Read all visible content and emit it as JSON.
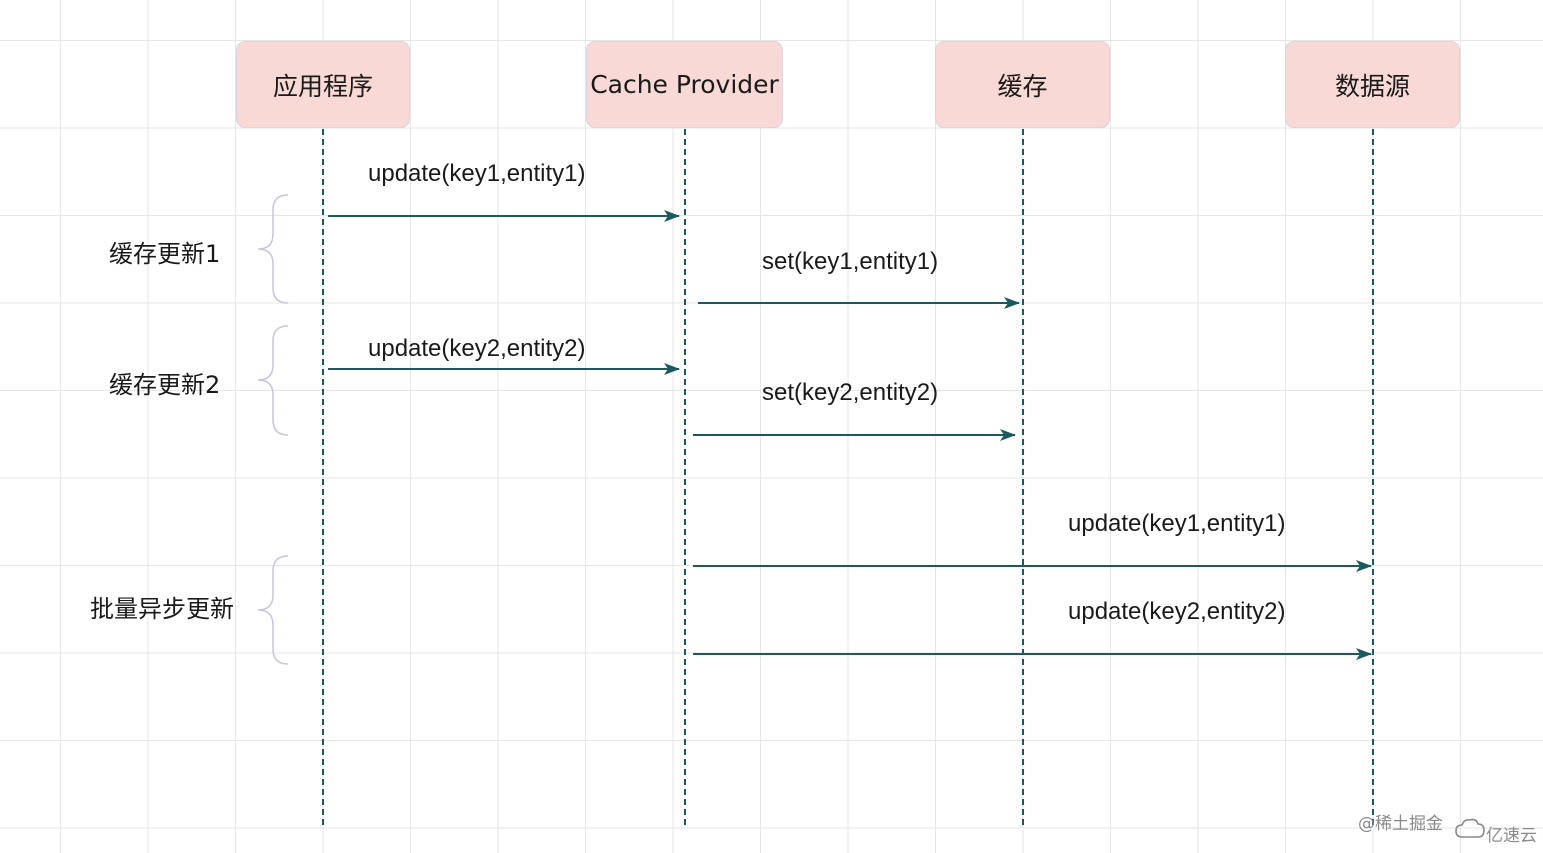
{
  "participants": {
    "app": "应用程序",
    "provider": "Cache Provider",
    "cache": "缓存",
    "datasource": "数据源"
  },
  "messages": {
    "m1": "update(key1,entity1)",
    "m2": "set(key1,entity1)",
    "m3": "update(key2,entity2)",
    "m4": "set(key2,entity2)",
    "m5": "update(key1,entity1)",
    "m6": "update(key2,entity2)"
  },
  "groups": {
    "g1": "缓存更新1",
    "g2": "缓存更新2",
    "g3": "批量异步更新"
  },
  "watermarks": {
    "juejin": "@稀土掘金",
    "yisu": "亿速云"
  },
  "colors": {
    "box_fill": "#f9d9d6",
    "lifeline": "#1a5a5e",
    "arrow": "#1a5a5e",
    "brace": "#c9c4e0"
  }
}
